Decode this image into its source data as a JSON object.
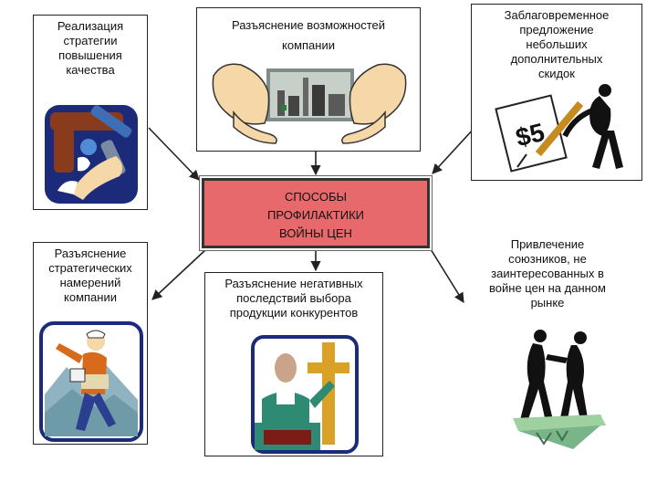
{
  "center": {
    "text": "СПОСОБЫ\nПРОФИЛАКТИКИ\nВОЙНЫ ЦЕН"
  },
  "nodes": {
    "quality": "Реализация\nстратегии\nповышения\nкачества",
    "capabilities": "Разъяснение возможностей\nкомпании",
    "discounts": "Заблаговременное\nпредложение\nнебольших\nдополнительных\nскидок",
    "intentions": "Разъяснение\nстратегических\nнамерений\nкомпании",
    "negative": "Разъяснение негативных\nпоследствий выбора\nпродукции конкурентов",
    "allies": "Привлечение\nсоюзников, не\nзаинтересованных в\nвойне цен на данном\nрынке"
  },
  "art": {
    "price_tag": "$5"
  },
  "colors": {
    "center_fill": "#e8696b",
    "border": "#222222",
    "pipe_brown": "#8a3b1c",
    "wrench_blue": "#3c6fb6",
    "skin": "#f5d7a8",
    "gold": "#c58b1e"
  }
}
